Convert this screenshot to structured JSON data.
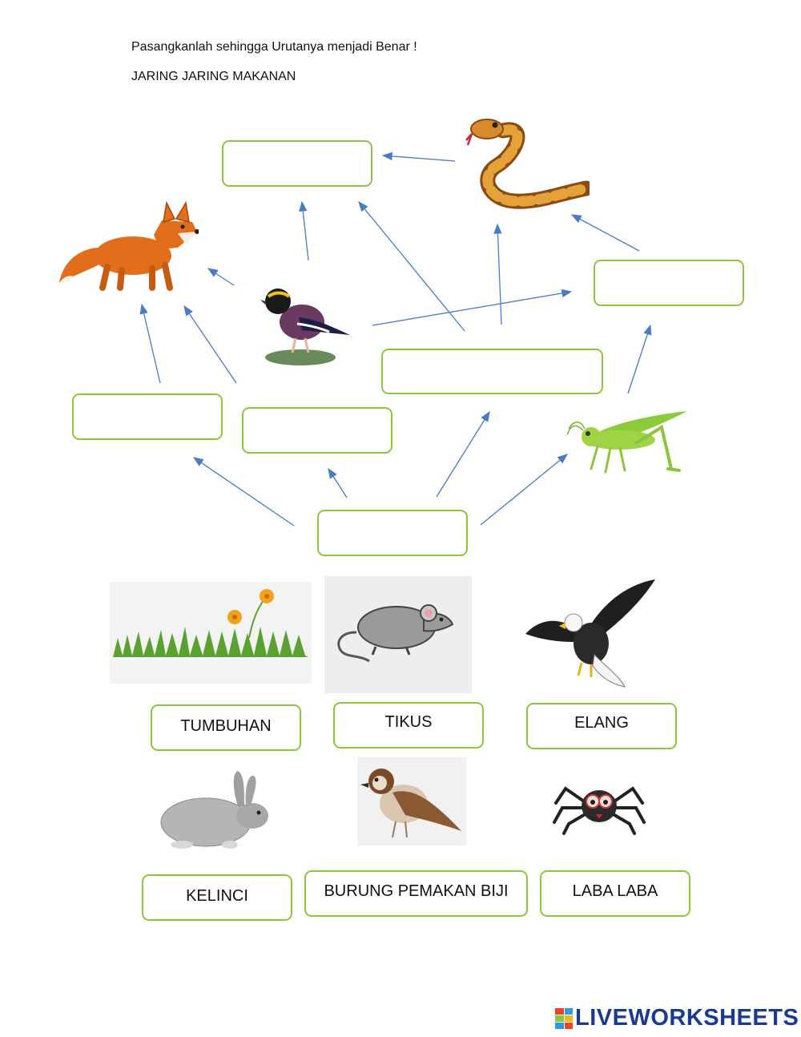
{
  "header": {
    "instruction": "Pasangkanlah sehingga Urutanya menjadi Benar !",
    "title": "JARING JARING MAKANAN"
  },
  "answer_options": {
    "tumbuhan": "TUMBUHAN",
    "tikus": "TIKUS",
    "elang": "ELANG",
    "kelinci": "KELINCI",
    "burung": "BURUNG PEMAKAN BIJI",
    "laba": "LABA LABA"
  },
  "brand": {
    "name": "LIVEWORKSHEETS",
    "color": "#1a3a8f"
  },
  "colors": {
    "box_border": "#8cc63f",
    "arrow": "#4a7cc4"
  },
  "icons": [
    "snake-icon",
    "fox-icon",
    "pitta-bird-icon",
    "grasshopper-icon",
    "grass-icon",
    "mouse-icon",
    "eagle-icon",
    "rabbit-icon",
    "sparrow-icon",
    "spider-icon"
  ]
}
